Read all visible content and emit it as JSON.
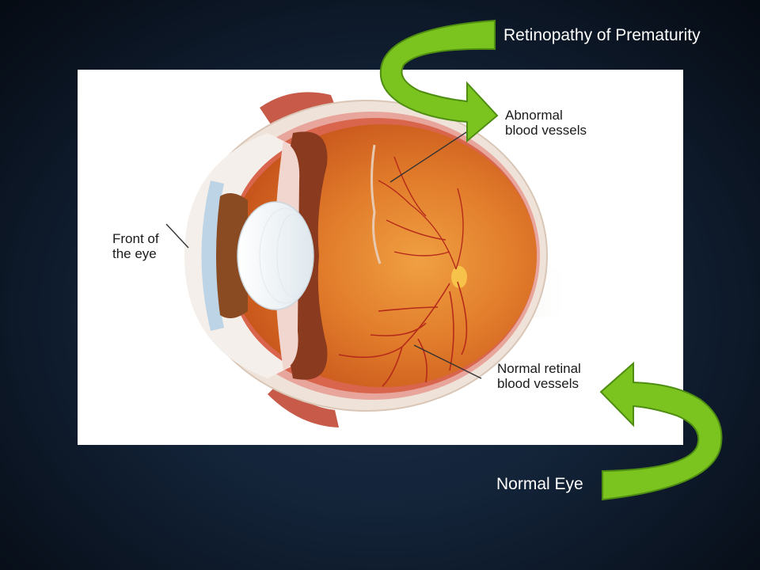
{
  "slide": {
    "top_caption": "Retinopathy of Prematurity",
    "bottom_caption": "Normal Eye"
  },
  "diagram": {
    "labels": {
      "front_line1": "Front of",
      "front_line2": "the eye",
      "abnormal_line1": "Abnormal",
      "abnormal_line2": "blood vessels",
      "normal_line1": "Normal retinal",
      "normal_line2": "blood vessels"
    }
  },
  "colors": {
    "arrow_green": "#7bc41f",
    "arrow_green_dark": "#4f8d12",
    "background": "#0f1c2e"
  }
}
